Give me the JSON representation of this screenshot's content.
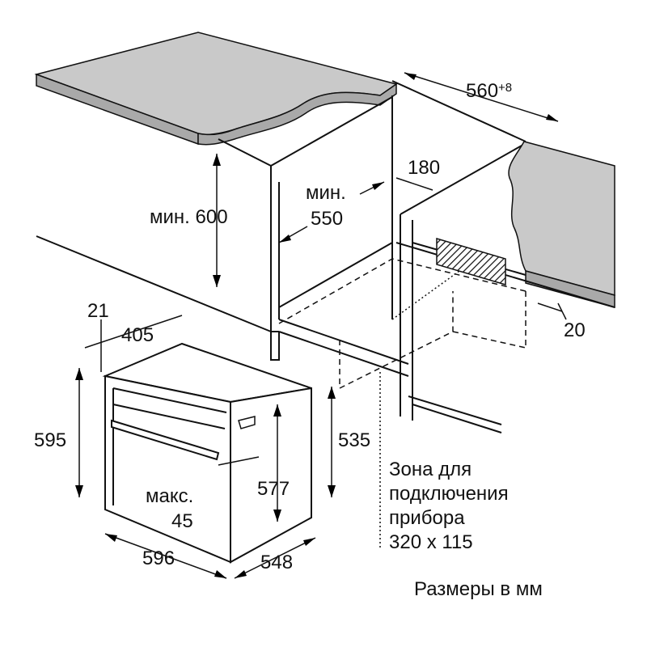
{
  "title": "Размеры в мм",
  "dimensions": {
    "niche_width": "560",
    "niche_width_tolerance": "+8",
    "vent_depth": "180",
    "min_depth_prefix": "мин.",
    "min_depth": "550",
    "min_height": "мин. 600",
    "front_offset": "21",
    "top_depth": "405",
    "oven_height": "595",
    "inner_height": "577",
    "side_height": "535",
    "max_gap_prefix": "макс.",
    "max_gap": "45",
    "oven_width": "596",
    "oven_depth": "548",
    "back_gap": "20"
  },
  "connection_zone": {
    "line1": "Зона для",
    "line2": "подключения",
    "line3": "прибора",
    "line4": "320 x 115"
  },
  "colors": {
    "countertop": "#c9c9c9",
    "countertop_edge": "#a9a9a9",
    "line": "#111111"
  }
}
